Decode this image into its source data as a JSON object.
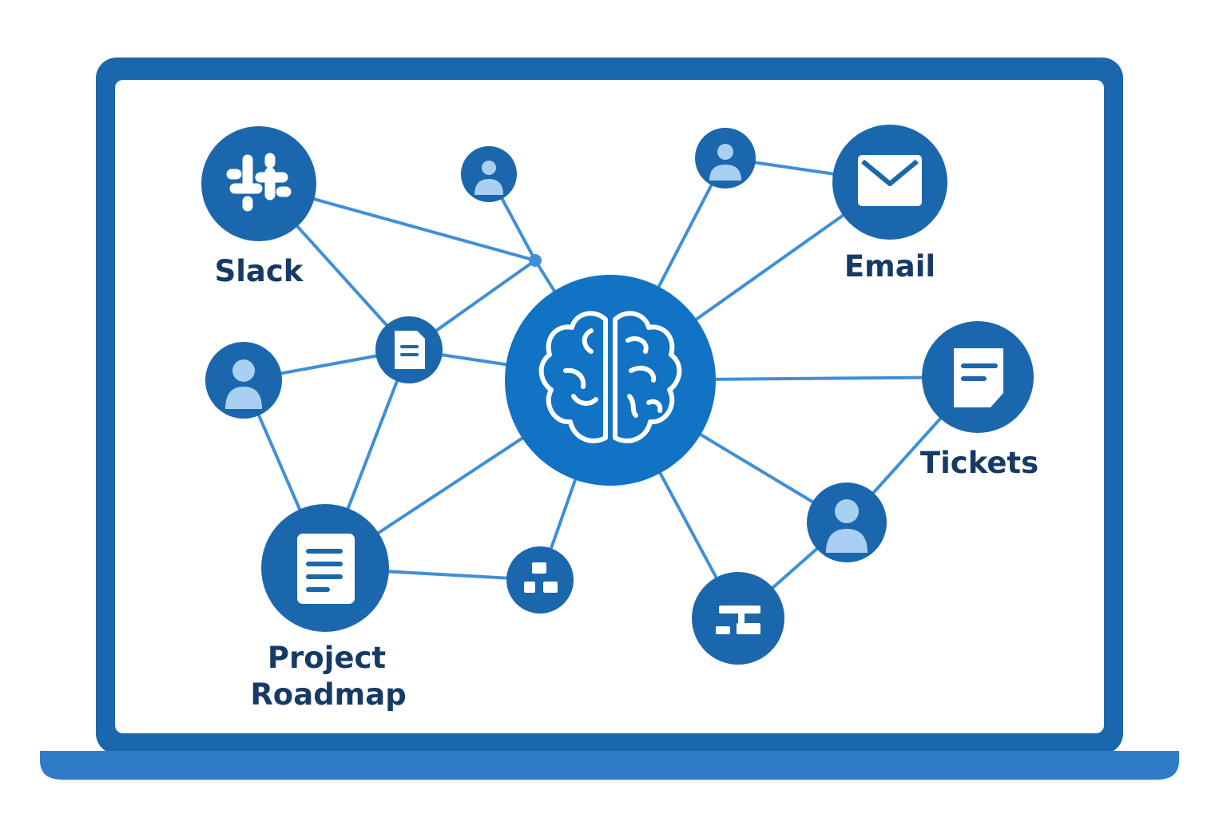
{
  "colors": {
    "frame": "#1b67ad",
    "base": "#2f7bc7",
    "screen": "#ffffff",
    "node": "#1b67ad",
    "hub": "#1273c4",
    "edge": "#3f8fd6",
    "label": "#163a66",
    "avatar_fill": "#a9d0f2"
  },
  "labels": {
    "slack": "Slack",
    "email": "Email",
    "tickets": "Tickets",
    "project_line1": "Project",
    "project_line2": "Roadmap"
  },
  "nodes": [
    {
      "id": "brain",
      "icon": "brain-icon"
    },
    {
      "id": "slack",
      "icon": "slack-icon"
    },
    {
      "id": "email",
      "icon": "envelope-icon"
    },
    {
      "id": "tickets",
      "icon": "ticket-icon"
    },
    {
      "id": "project",
      "icon": "document-icon"
    },
    {
      "id": "doc-small",
      "icon": "document-icon"
    },
    {
      "id": "user-top",
      "icon": "user-icon"
    },
    {
      "id": "user-top-right",
      "icon": "user-icon"
    },
    {
      "id": "user-left",
      "icon": "user-icon"
    },
    {
      "id": "user-right",
      "icon": "user-icon"
    },
    {
      "id": "org-small",
      "icon": "org-chart-icon"
    },
    {
      "id": "flow-small",
      "icon": "flowchart-icon"
    },
    {
      "id": "junction",
      "icon": "junction-dot"
    }
  ],
  "edges": [
    [
      "slack",
      "junction"
    ],
    [
      "slack",
      "doc-small"
    ],
    [
      "user-top",
      "junction"
    ],
    [
      "junction",
      "doc-small"
    ],
    [
      "junction",
      "brain"
    ],
    [
      "doc-small",
      "brain"
    ],
    [
      "user-left",
      "doc-small"
    ],
    [
      "user-left",
      "project"
    ],
    [
      "doc-small",
      "project"
    ],
    [
      "project",
      "brain"
    ],
    [
      "project",
      "org-small"
    ],
    [
      "brain",
      "org-small"
    ],
    [
      "brain",
      "user-top-right"
    ],
    [
      "user-top-right",
      "email"
    ],
    [
      "brain",
      "email"
    ],
    [
      "brain",
      "tickets"
    ],
    [
      "brain",
      "user-right"
    ],
    [
      "tickets",
      "user-right"
    ],
    [
      "brain",
      "flow-small"
    ],
    [
      "flow-small",
      "user-right"
    ]
  ]
}
